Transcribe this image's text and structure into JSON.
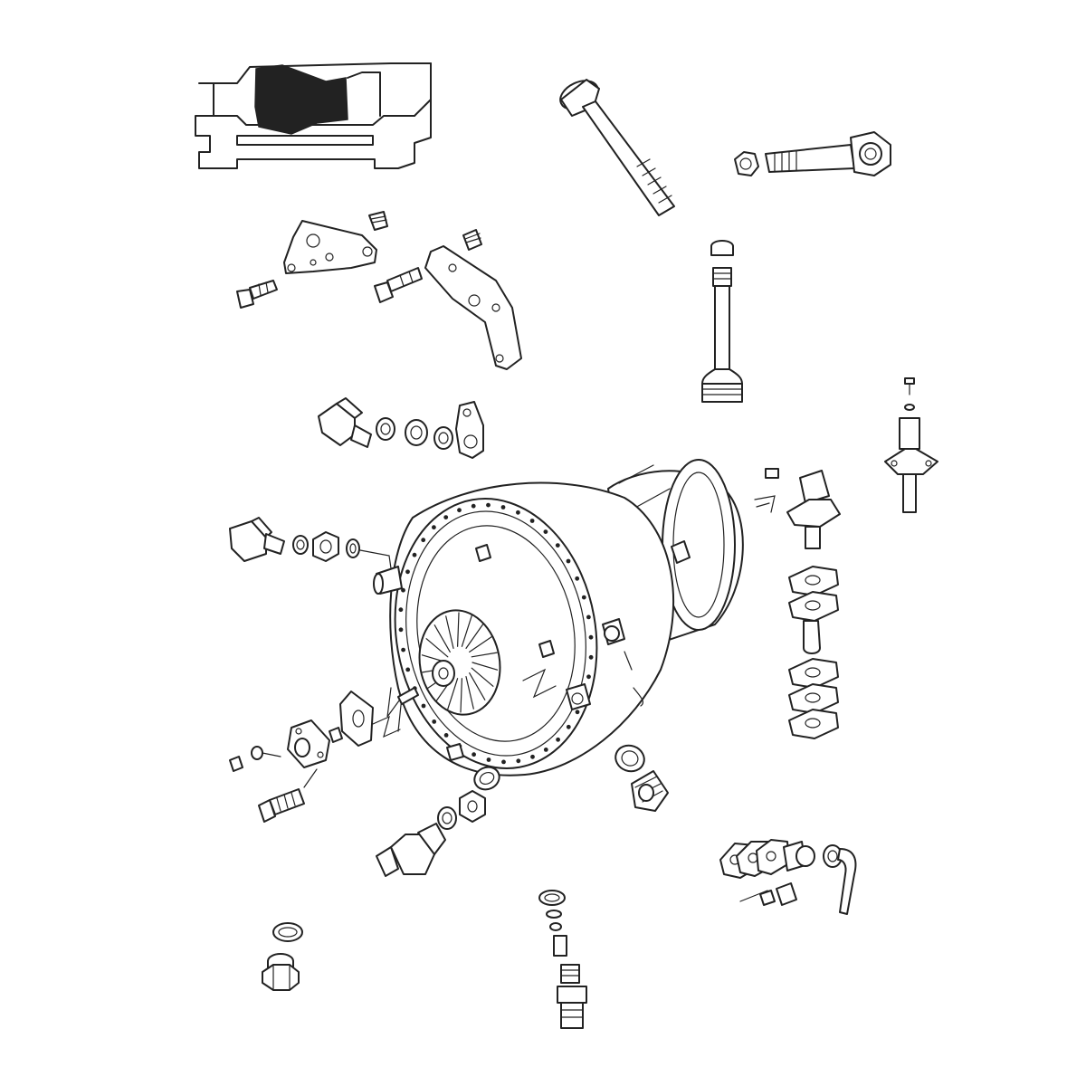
{
  "diagram": {
    "style": "black line-art exploded parts illustration on white background",
    "ink_color": "#222222",
    "background_color": "#ffffff",
    "parts": [
      "seal-cross-section-inset",
      "long-bolt-with-nut-diagonal",
      "bolt-with-nut-horizontal",
      "mounting-bracket-left",
      "mounting-bracket-right",
      "stud-with-sleeve-vertical",
      "elbow-fitting-with-washers",
      "sensor-probe-assembly-right",
      "combustion-chamber-housing",
      "flange-gasket-stack",
      "fuel-nozzle-assembly",
      "oil-fitting-elbow-lower",
      "drain-plug-with-washer",
      "bottom-fitting-stack",
      "clip-and-tube-assembly"
    ]
  }
}
